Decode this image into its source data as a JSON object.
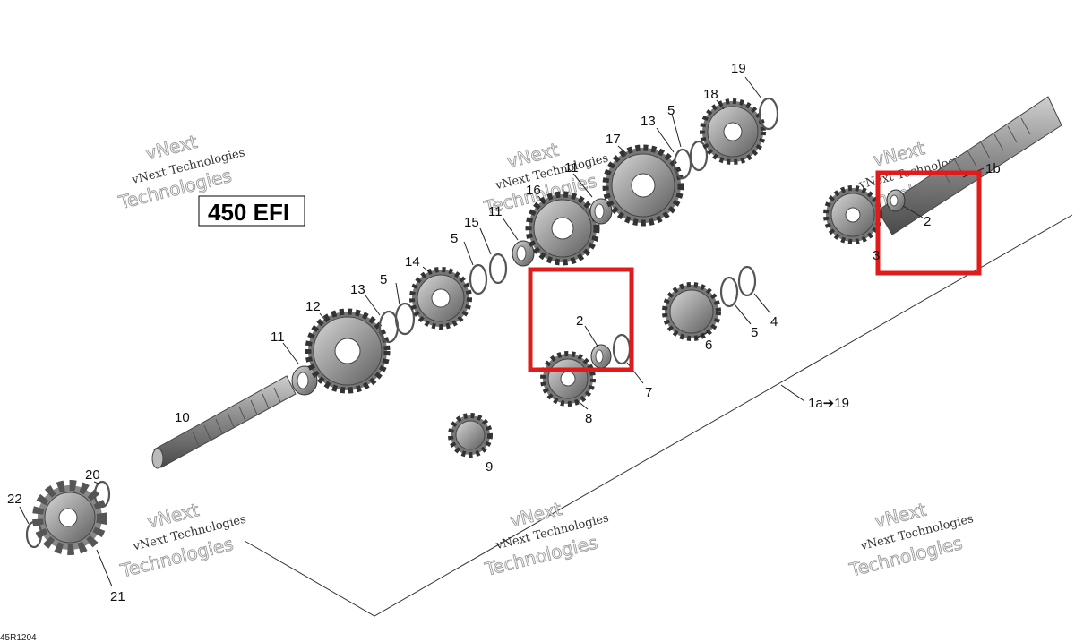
{
  "model_label": "450 EFI",
  "drawing_code": "45R1204",
  "watermark": {
    "line1": "vNext Technologies",
    "line2": "Technologies",
    "line3": "vNext"
  },
  "callouts": {
    "c1b": "1b",
    "c2a": "2",
    "c2b": "2",
    "c3": "3",
    "c4": "4",
    "c5a": "5",
    "c5b": "5",
    "c5c": "5",
    "c5d": "5",
    "c6": "6",
    "c7": "7",
    "c8": "8",
    "c9": "9",
    "c10": "10",
    "c11a": "11",
    "c11b": "11",
    "c11c": "11",
    "c12": "12",
    "c13a": "13",
    "c13b": "13",
    "c14": "14",
    "c15": "15",
    "c16": "16",
    "c17": "17",
    "c18": "18",
    "c19": "19",
    "c20": "20",
    "c21": "21",
    "c22": "22",
    "c1a19": "1a➔19"
  },
  "highlight_color": "#e01b1b"
}
